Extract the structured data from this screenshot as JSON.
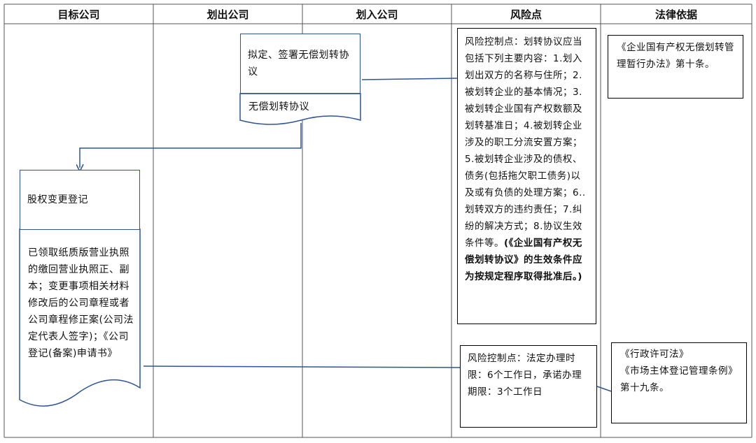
{
  "columns": {
    "target": "目标公司",
    "transfer_out": "划出公司",
    "transfer_in": "划入公司",
    "risk": "风险点",
    "legal": "法律依据"
  },
  "nodes": {
    "draft_agreement": "拟定、签署无偿划转协议",
    "agreement_doc": "无偿划转协议",
    "equity_change": "股权变更登记",
    "equity_docs": "已领取纸质版营业执照的缴回营业执照正、副本；变更事项相关材料修改后的公司章程或者公司章程修正案(公司法定代表人签字)；《公司登记(备案)申请书》"
  },
  "risk1": {
    "normal": "风险控制点：划转协议应当包括下列主要内容：1.划入划出双方的名称与住所；2.被划转企业的基本情况；3.被划转企业国有产权数额及划转基准日；4.被划转企业涉及的职工分流安置方案；5.被划转企业涉及的债权、债务(包括拖欠职工债务)以及或有负债的处理方案；6..划转双方的违约责任；7.纠纷的解决方式；8.协议生效条件等。",
    "bold": "(《企业国有产权无偿划转协议》的生效条件应为按规定程序取得批准后。)"
  },
  "risk2": "风险控制点：法定办理时限：6个工作日，承诺办理期限：3个工作日",
  "legal1": "《企业国有产权无偿划转管理暂行办法》第十条。",
  "legal2": {
    "line1": "《行政许可法》",
    "line2": "《市场主体登记管理条例》第十九条。"
  }
}
